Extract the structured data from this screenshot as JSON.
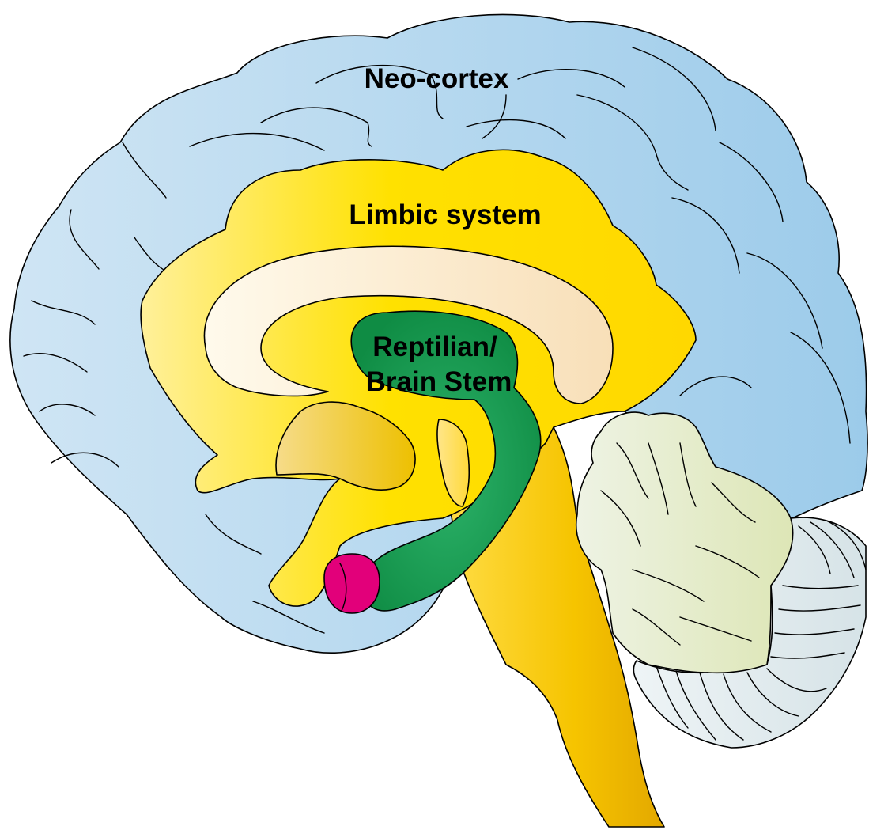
{
  "labels": {
    "neocortex": "Neo-cortex",
    "limbic": "Limbic system",
    "reptilian_line1": "Reptilian/",
    "reptilian_line2": "Brain Stem"
  },
  "colors": {
    "neocortex": "#a9d1ec",
    "limbic": "#ffe100",
    "corpus_callosum": "#fdf1d8",
    "reptilian": "#1a9a4a",
    "amygdala": "#e2007a",
    "cerebellum": "#e4ecd2",
    "pons_striations": "#dde8ec"
  }
}
